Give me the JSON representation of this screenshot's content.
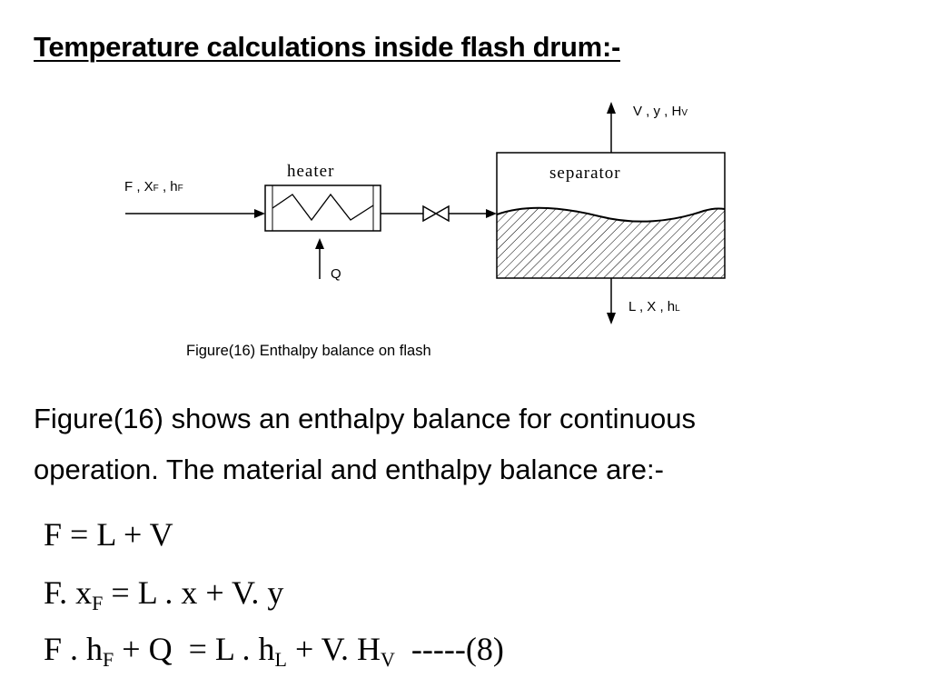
{
  "title": "Temperature calculations inside flash drum:-",
  "diagram": {
    "heater_label": "heater",
    "separator_label": "separator",
    "feed_label": {
      "main": "F , X",
      "sub1": "F",
      "mid": " , h",
      "sub2": "F"
    },
    "vapor_label": {
      "main": "V , y , H",
      "sub": "V"
    },
    "liquid_label": {
      "main": "L , X , h",
      "sub": "L"
    },
    "heat_label": "Q",
    "caption": "Figure(16) Enthalpy balance on flash"
  },
  "paragraph": {
    "line1": "Figure(16) shows an enthalpy balance for continuous",
    "line2": "operation. The material and enthalpy balance are:-"
  },
  "equations": {
    "eq1": "F = L + V",
    "eq2": {
      "a": "F. x",
      "a_sub": "F",
      "b": " = L . x + V. y"
    },
    "eq3": {
      "a": "F . h",
      "a_sub": "F",
      "b": " + Q  = L . h",
      "b_sub": "L",
      "c": " + V. H",
      "c_sub": "V",
      "d": "  -----(8)"
    }
  }
}
